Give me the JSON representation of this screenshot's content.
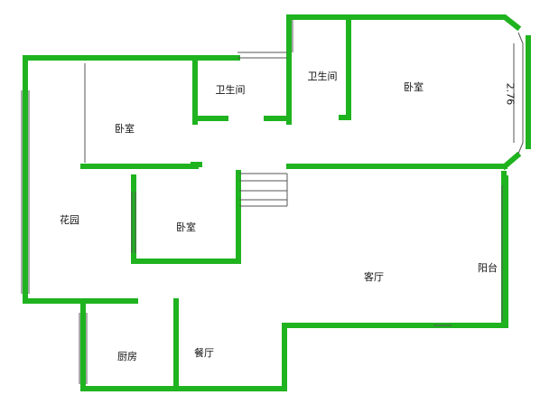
{
  "plan": {
    "wall_color": "#1fb31f",
    "line_color": "#555555",
    "rooms": {
      "garden": "花园",
      "bedroom_left": "卧室",
      "bathroom_left": "卫生间",
      "bathroom_right": "卫生间",
      "bedroom_right": "卧室",
      "bedroom_center": "卧室",
      "living_room": "客厅",
      "balcony": "阳台",
      "kitchen": "厨房",
      "dining_room": "餐厅"
    },
    "dimension": "2.76"
  }
}
